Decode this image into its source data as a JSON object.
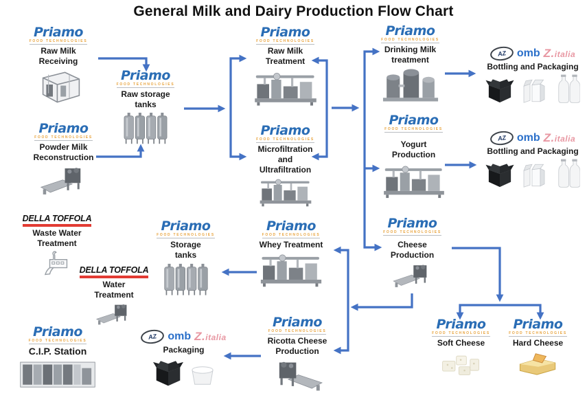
{
  "title": "General Milk and Dairy Production Flow Chart",
  "brands": {
    "priamo": {
      "name": "Priamo",
      "tagline": "FOOD TECHNOLOGIES"
    },
    "della_toffola": {
      "name": "DELLA TOFFOLA"
    },
    "omb_zitalia": {
      "az": "AZ",
      "omb": "omb",
      "zitalia": "Z.italia"
    }
  },
  "colors": {
    "arrow_blue": "#4472C4",
    "priamo_blue": "#2a6db5",
    "priamo_orange": "#e8a33d",
    "della_red": "#e23b33",
    "omb_blue": "#2a6fc9",
    "zitalia_pink": "#e897a2"
  },
  "nodes": {
    "raw_milk_receiving": {
      "label": "Raw Milk\nReceiving"
    },
    "raw_storage_tanks": {
      "label": "Raw storage\ntanks"
    },
    "powder_milk_reconstruction": {
      "label": "Powder Milk\nReconstruction"
    },
    "raw_milk_treatment": {
      "label": "Raw Milk\nTreatment"
    },
    "microfiltration_ultrafiltration": {
      "label": "Microfiltration\nand\nUltrafiltration"
    },
    "drinking_milk_treatment": {
      "label": "Drinking Milk\ntreatment"
    },
    "bottling_packaging_1": {
      "label": "Bottling and Packaging"
    },
    "yogurt_production": {
      "label": "Yogurt\nProduction"
    },
    "bottling_packaging_2": {
      "label": "Bottling and Packaging"
    },
    "cheese_production": {
      "label": "Cheese\nProduction"
    },
    "whey_treatment": {
      "label": "Whey Treatment"
    },
    "storage_tanks": {
      "label": "Storage\ntanks"
    },
    "waste_water_treatment": {
      "label": "Waste Water\nTreatment"
    },
    "water_treatment": {
      "label": "Water\nTreatment"
    },
    "cip_station": {
      "label": "C.I.P. Station"
    },
    "packaging": {
      "label": "Packaging"
    },
    "ricotta_cheese_production": {
      "label": "Ricotta Cheese\nProduction"
    },
    "soft_cheese": {
      "label": "Soft Cheese"
    },
    "hard_cheese": {
      "label": "Hard Cheese"
    }
  }
}
